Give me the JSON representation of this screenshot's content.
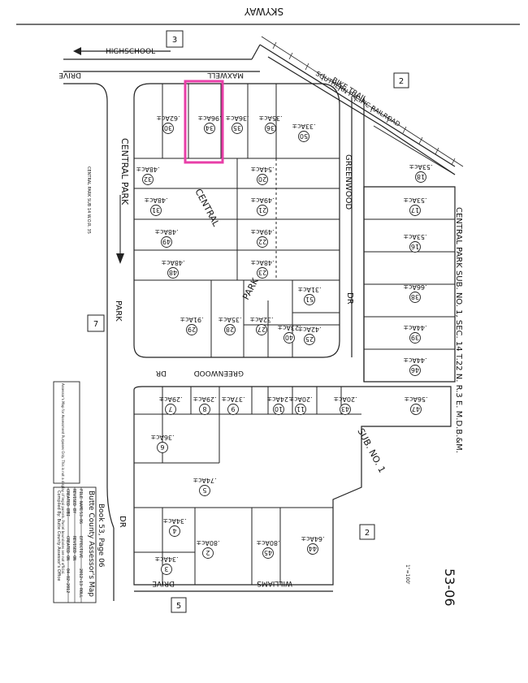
{
  "map": {
    "top_road": "SKYWAY",
    "highschool": "HIGHSCHOOL",
    "bike_trail": "BIKE TRAIL",
    "railroad": "SOUTHERN PACIFIC RAILROAD",
    "streets": {
      "maxwell": "MAXWELL",
      "central_park_top": "CENTRAL PARK",
      "central_mid": "CENTRAL",
      "park_mid": "PARK",
      "greenwood_upper": "GREENWOOD",
      "dr_upper": "DR",
      "greenwood_lower": "GREENWOOD",
      "dr_lower": "DR",
      "drive_top_left": "DRIVE",
      "park_left": "PARK",
      "dr_left": "DR",
      "williams": "WILLIAMS",
      "drive_bottom": "DRIVE"
    },
    "subdivision": "CENTRAL PARK SUB. NO. 1, SEC. 14 T.22 N. R.3 E. M.D.B.&M.",
    "sub_no": "SUB. NO. 1",
    "left_note": "CENTRAL PARK SUB 14 W.O.R. 35",
    "map_number": "53-06",
    "scale": "1\"=100'",
    "book_squares": [
      "3",
      "2",
      "7",
      "2",
      "5"
    ],
    "highlight_color": "#e83fa8",
    "lots": [
      {
        "num": "30",
        "area": ".62Ac±"
      },
      {
        "num": "34",
        "area": ".96Ac±"
      },
      {
        "num": "35",
        "area": ".36Ac±"
      },
      {
        "num": "36",
        "area": ".35Ac±"
      },
      {
        "num": "50",
        "area": ".33Ac±"
      },
      {
        "num": "32",
        "area": ".48Ac±"
      },
      {
        "num": "20",
        "area": ".54Ac±"
      },
      {
        "num": "31",
        "area": ".48Ac±"
      },
      {
        "num": "21",
        "area": ".49Ac±"
      },
      {
        "num": "49",
        "area": ".48Ac±"
      },
      {
        "num": "22",
        "area": ".49Ac±"
      },
      {
        "num": "48",
        "area": ".48Ac±"
      },
      {
        "num": "23",
        "area": ".48Ac±"
      },
      {
        "num": "18",
        "area": ".53Ac±"
      },
      {
        "num": "17",
        "area": ".53Ac±"
      },
      {
        "num": "16",
        "area": ".53Ac±"
      },
      {
        "num": "38",
        "area": ".66Ac±"
      },
      {
        "num": "39",
        "area": ".44Ac±"
      },
      {
        "num": "46",
        "area": ".44Ac±"
      },
      {
        "num": "51",
        "area": ".31Ac±"
      },
      {
        "num": "29",
        "area": ".91Ac±"
      },
      {
        "num": "28",
        "area": ".35Ac±"
      },
      {
        "num": "27",
        "area": ".32Ac±"
      },
      {
        "num": "40",
        "area": ".23Ac±"
      },
      {
        "num": "25",
        "area": ".42Ac±"
      },
      {
        "num": "7",
        "area": ".29Ac±"
      },
      {
        "num": "8",
        "area": ".29Ac±"
      },
      {
        "num": "9",
        "area": ".37Ac±"
      },
      {
        "num": "10",
        "area": ".24Ac±"
      },
      {
        "num": "11",
        "area": ".20Ac±"
      },
      {
        "num": "43",
        "area": ".20Ac±"
      },
      {
        "num": "47",
        "area": ".56Ac±"
      },
      {
        "num": "6",
        "area": ".36Ac±"
      },
      {
        "num": "5",
        "area": ".74Ac±"
      },
      {
        "num": "4",
        "area": ".34Ac±"
      },
      {
        "num": "2",
        "area": ".80Ac±"
      },
      {
        "num": "45",
        "area": ".80Ac±"
      },
      {
        "num": "44",
        "area": ".64Ac±"
      },
      {
        "num": "3",
        "area": ".34Ac±"
      }
    ],
    "disclaimer": "Assessor's Map for Assessment Purposes Only. This is not a display of legal parcels. Parcel boundaries are not official.",
    "table_rows": [
      [
        "CREATED BY",
        "BI",
        "CREATED ON",
        "04-02-2012"
      ],
      [
        "REVISED BY",
        "",
        "REVISED ON",
        ""
      ],
      [
        "FILE NAME",
        "53-06",
        "EFFECTIVE",
        "2012-13 ROLL"
      ]
    ],
    "assessor_title": "Butte County Assessor's Map",
    "book_page": "Book 53, Page 06",
    "compiled": "Compiled By: Butte County Assessor's Office"
  }
}
